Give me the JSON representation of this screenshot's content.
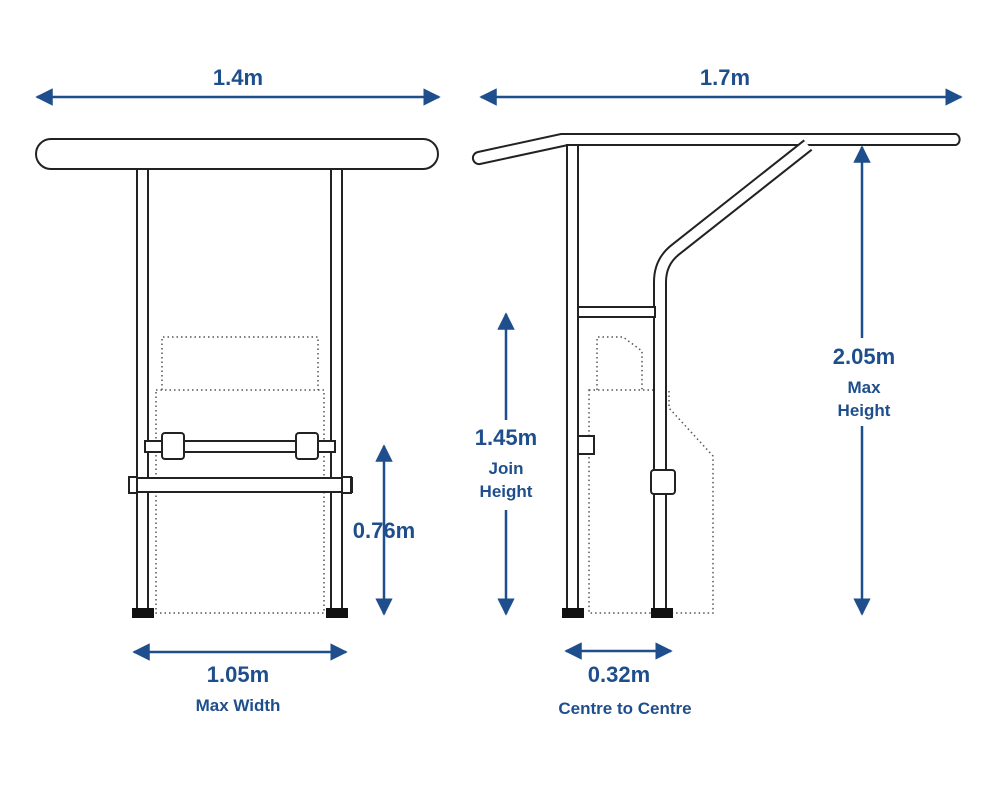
{
  "colors": {
    "accent": "#1f4e8c",
    "line": "#222222"
  },
  "front_view": {
    "top_width": "1.4m",
    "bar_height": "0.76m",
    "base_width": "1.05m",
    "base_width_caption": "Max Width"
  },
  "side_view": {
    "top_length": "1.7m",
    "join_height": "1.45m",
    "join_height_caption_1": "Join",
    "join_height_caption_2": "Height",
    "max_height": "2.05m",
    "max_height_caption_1": "Max",
    "max_height_caption_2": "Height",
    "leg_spacing": "0.32m",
    "leg_spacing_caption": "Centre to Centre"
  }
}
